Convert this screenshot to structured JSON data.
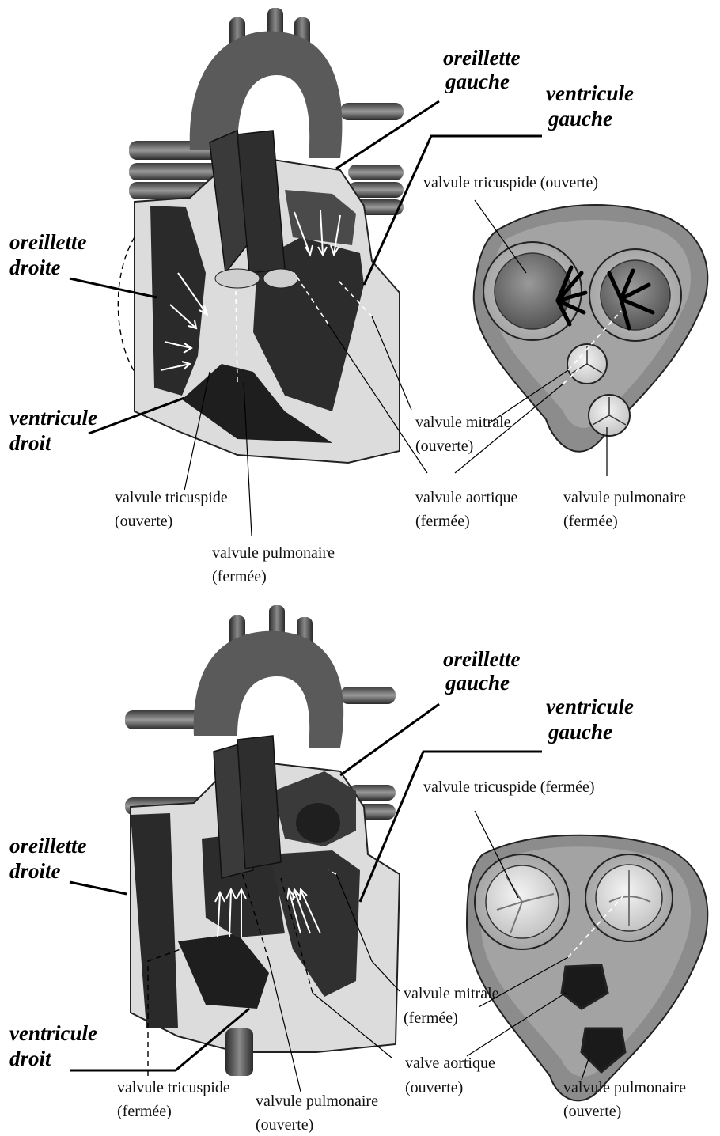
{
  "top": {
    "chambers": {
      "oreillette_gauche": [
        "oreillette",
        "gauche"
      ],
      "ventricule_gauche": [
        "ventricule",
        "gauche"
      ],
      "oreillette_droite": [
        "oreillette",
        "droite"
      ],
      "ventricule_droit": [
        "ventricule",
        "droit"
      ]
    },
    "labels": {
      "valve_top_title": "valvule tricuspide (ouverte)",
      "mitral": [
        "valvule mitrale",
        "(ouverte)"
      ],
      "aortic": [
        "valvule aortique",
        "(fermée)"
      ],
      "pulmonary_right": [
        "valvule pulmonaire",
        "(fermée)"
      ],
      "tricuspid_bottom": [
        "valvule tricuspide",
        "(ouverte)"
      ],
      "pulmonary_bottom": [
        "valvule pulmonaire",
        "(fermée)"
      ]
    }
  },
  "bottom": {
    "chambers": {
      "oreillette_gauche": [
        "oreillette",
        "gauche"
      ],
      "ventricule_gauche": [
        "ventricule",
        "gauche"
      ],
      "oreillette_droite": [
        "oreillette",
        "droite"
      ],
      "ventricule_droit": [
        "ventricule",
        "droit"
      ]
    },
    "labels": {
      "valve_top_title": "valvule tricuspide (fermée)",
      "mitral": [
        "valvule mitrale",
        "(fermée)"
      ],
      "aortic": [
        "valve aortique",
        "(ouverte)"
      ],
      "pulmonary_right": [
        "valvule pulmonaire",
        "(ouverte)"
      ],
      "tricuspid_bottom": [
        "valvule tricuspide",
        "(fermée)"
      ],
      "pulmonary_bottom": [
        "valvule pulmonaire",
        "(ouverte)"
      ]
    }
  }
}
